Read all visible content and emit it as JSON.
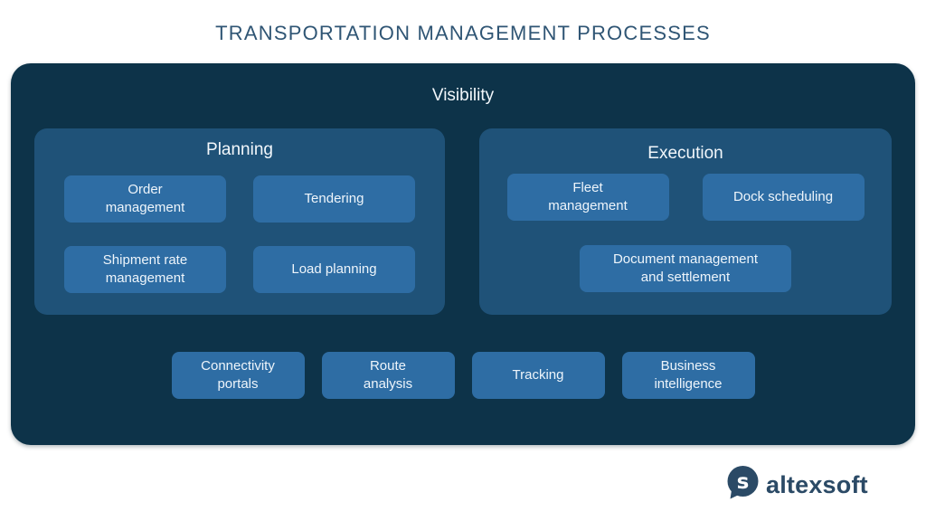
{
  "page": {
    "title": "TRANSPORTATION MANAGEMENT PROCESSES"
  },
  "visibility": {
    "label": "Visibility"
  },
  "panels": [
    {
      "label": "Planning",
      "buttons": [
        {
          "label": "Order\nmanagement"
        },
        {
          "label": "Tendering"
        },
        {
          "label": "Shipment rate\nmanagement"
        },
        {
          "label": "Load planning"
        }
      ]
    },
    {
      "label": "Execution",
      "buttons": [
        {
          "label": "Fleet\nmanagement"
        },
        {
          "label": "Dock scheduling"
        },
        {
          "label": "Document management\nand settlement"
        }
      ]
    }
  ],
  "shared_buttons": [
    {
      "label": "Connectivity\nportals"
    },
    {
      "label": "Route\nanalysis"
    },
    {
      "label": "Tracking"
    },
    {
      "label": "Business\nintelligence"
    }
  ],
  "logo": {
    "text": "altexsoft"
  },
  "colors": {
    "background": "#ffffff",
    "title_text": "#2f5574",
    "visibility_box": "#0d3349",
    "panel_box": "#1f5278",
    "node_box": "#2e6da4",
    "node_text": "#eef5fb",
    "logo_navy": "#2b4a66"
  }
}
